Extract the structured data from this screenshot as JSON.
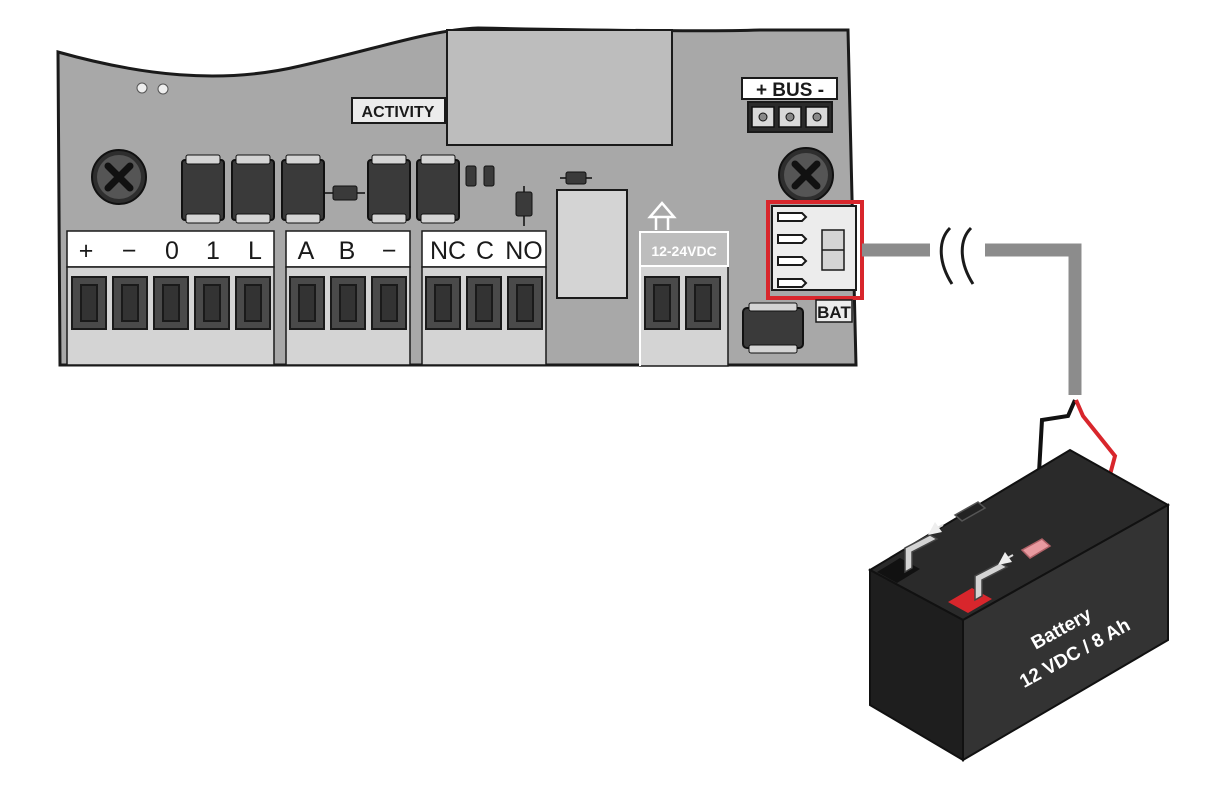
{
  "board": {
    "activity_label": "ACTIVITY",
    "bus_label": "+ BUS -",
    "power_label": "12-24VDC",
    "bat_label": "BAT",
    "terminal_groups": [
      {
        "labels": [
          "+",
          "−",
          "0",
          "1",
          "L"
        ]
      },
      {
        "labels": [
          "A",
          "B",
          "−"
        ]
      },
      {
        "labels": [
          "NC",
          "C",
          "NO"
        ]
      }
    ]
  },
  "battery": {
    "title": "Battery",
    "spec": "12 VDC / 8 Ah"
  },
  "colors": {
    "board": "#a8a8a8",
    "outline": "#1a1a1a",
    "highlight": "#d8262c",
    "positive_wire": "#d8262c",
    "negative_wire": "#111111",
    "cable": "#8c8c8c",
    "battery_body": "#2a2a2a"
  }
}
